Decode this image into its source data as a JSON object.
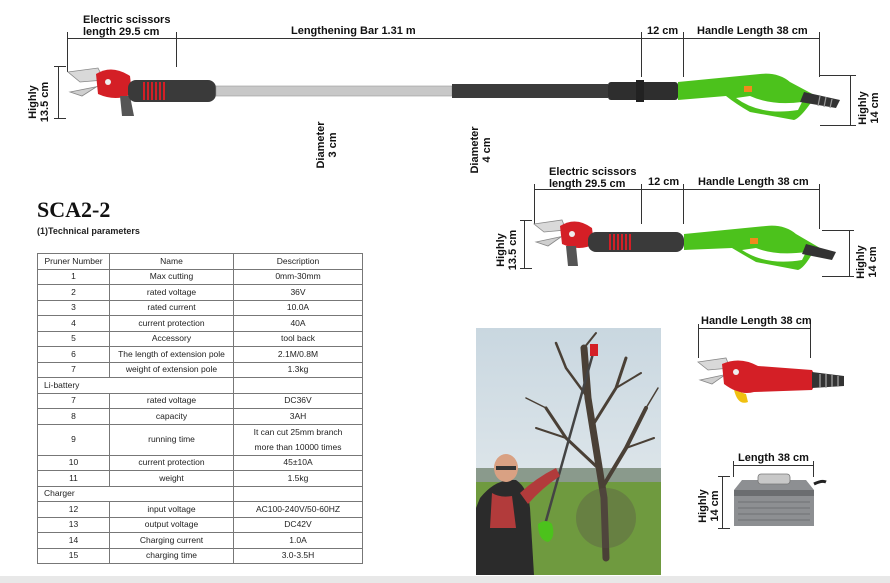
{
  "dimensions": {
    "top_scissors": "Electric scissors\nlength 29.5 cm",
    "top_bar": "Lengthening Bar 1.31 m",
    "top_12": "12 cm",
    "top_handle": "Handle Length 38 cm",
    "top_highly_left": "Highly\n13.5 cm",
    "top_highly_right": "Highly\n14 cm",
    "diameter_3": "Diameter\n3 cm",
    "diameter_4": "Diameter\n4 cm",
    "mid_scissors": "Electric scissors\nlength 29.5 cm",
    "mid_12": "12 cm",
    "mid_handle": "Handle Length 38 cm",
    "mid_highly_left": "Highly\n13.5 cm",
    "mid_highly_right": "Highly\n14 cm",
    "right_handle": "Handle Length 38 cm",
    "right_length": "Length 38 cm",
    "right_highly": "Highly\n14 cm"
  },
  "product": {
    "model": "SCA2-2",
    "section": "(1)Technical parameters"
  },
  "table": {
    "headers": [
      "Pruner Number",
      "Name",
      "Description"
    ],
    "rows": [
      {
        "kind": "row",
        "num": "1",
        "name": "Max cutting",
        "desc": "0mm-30mm"
      },
      {
        "kind": "row",
        "num": "2",
        "name": "rated voltage",
        "desc": "36V"
      },
      {
        "kind": "row",
        "num": "3",
        "name": "rated current",
        "desc": "10.0A"
      },
      {
        "kind": "row",
        "num": "4",
        "name": "current protection",
        "desc": "40A"
      },
      {
        "kind": "row",
        "num": "5",
        "name": "Accessory",
        "desc": "tool back"
      },
      {
        "kind": "row",
        "num": "6",
        "name": "The length of extension pole",
        "desc": "2.1M/0.8M"
      },
      {
        "kind": "row",
        "num": "7",
        "name": "weight of extension pole",
        "desc": "1.3kg"
      },
      {
        "kind": "section",
        "label": "Li-battery"
      },
      {
        "kind": "row",
        "num": "7",
        "name": "rated voltage",
        "desc": "DC36V"
      },
      {
        "kind": "row",
        "num": "8",
        "name": "capacity",
        "desc": "3AH"
      },
      {
        "kind": "tall",
        "num": "9",
        "name": "running time",
        "desc1": "It can cut 25mm branch",
        "desc2": "more than 10000 times"
      },
      {
        "kind": "row",
        "num": "10",
        "name": "current protection",
        "desc": "45±10A"
      },
      {
        "kind": "row",
        "num": "11",
        "name": "weight",
        "desc": "1.5kg"
      },
      {
        "kind": "section",
        "label": "Charger"
      },
      {
        "kind": "row",
        "num": "12",
        "name": "input voltage",
        "desc": "AC100-240V/50-60HZ"
      },
      {
        "kind": "row",
        "num": "13",
        "name": "output voltage",
        "desc": "DC42V"
      },
      {
        "kind": "row",
        "num": "14",
        "name": "Charging current",
        "desc": "1.0A"
      },
      {
        "kind": "row",
        "num": "15",
        "name": "charging time",
        "desc": "3.0-3.5H"
      }
    ]
  },
  "colors": {
    "handle_green": "#4cc21c",
    "body_red": "#d41f26",
    "grip_dark": "#3a3a3a",
    "pole_silver": "#c8c8c8"
  }
}
